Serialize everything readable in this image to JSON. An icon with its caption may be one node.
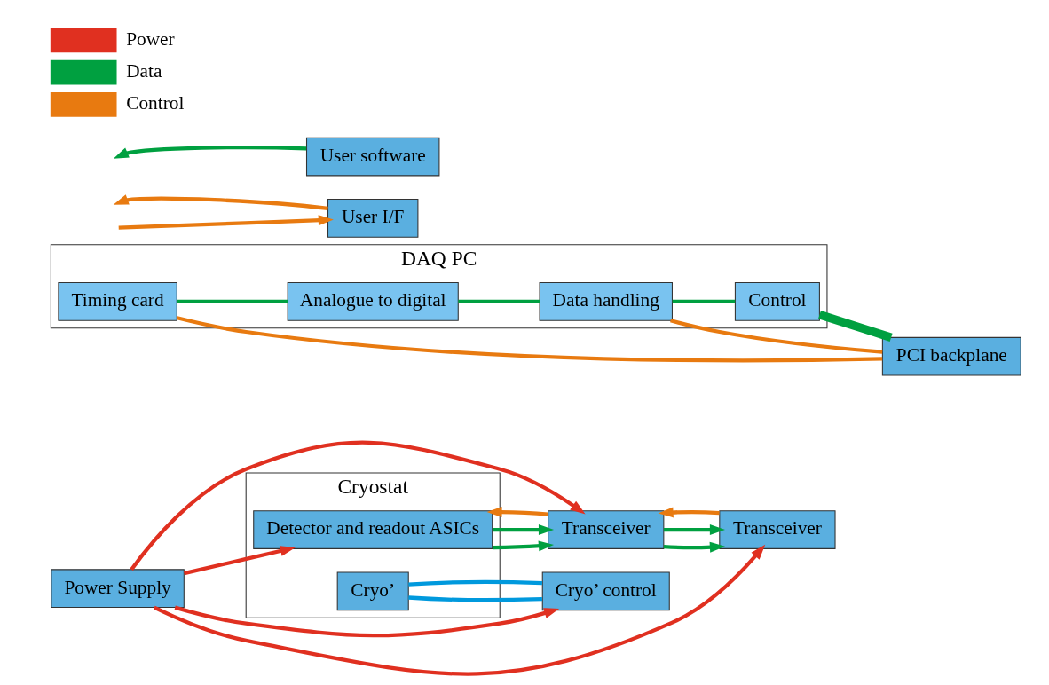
{
  "diagram": {
    "nodes": [
      {
        "text": [
          "Cryostat"
        ]
      },
      {
        "text": [
          "Detector and readout ASICs"
        ],
        "in": 0
      },
      {
        "text": [
          "Cryo’"
        ],
        "in": 0
      },
      {
        "text": [
          "Transceiver"
        ]
      },
      {
        "text": [
          "DAQ PC"
        ]
      },
      {
        "text": [
          "Transceiver"
        ]
      },
      {
        "text": [
          "Timing card"
        ],
        "in": 4
      },
      {
        "text": [
          "Analogue to digital"
        ],
        "in": 4
      },
      {
        "text": [
          "Data handling"
        ],
        "in": 4
      },
      {
        "text": [
          "Control"
        ],
        "in": 4
      },
      {
        "text": [
          "User I/F"
        ]
      },
      {
        "text": [
          "PCI backplane"
        ]
      },
      {
        "text": [
          "User software"
        ]
      },
      {
        "text": [
          "Cryo’ control"
        ]
      },
      {
        "text": [
          "Power Supply"
        ]
      }
    ],
    "edges": [
      {
        "from": 1,
        "to": 3,
        "arrow": "to",
        "color": "#00a040"
      },
      {
        "from": 1,
        "to": 3,
        "arrow": "to",
        "color": "#00a040"
      },
      {
        "from": 3,
        "to": 1,
        "arrow": "to",
        "color": "#e87a10"
      },
      {
        "from": 3,
        "to": 5,
        "arrow": "to",
        "color": "#00a040"
      },
      {
        "from": 3,
        "to": 5,
        "arrow": "to",
        "color": "#00a040"
      },
      {
        "from": 5,
        "to": 3,
        "arrow": "to",
        "color": "#e87a10"
      },
      {
        "from": 14,
        "to": 3,
        "arrow": "to",
        "color": "#e03020"
      },
      {
        "from": 14,
        "to": 1,
        "arrow": "to",
        "color": "#e03020"
      },
      {
        "from": 14,
        "to": 13,
        "arrow": "to",
        "color": "#e03020"
      },
      {
        "from": 14,
        "to": 5,
        "arrow": "to",
        "color": "#e03020"
      },
      {
        "from": 2,
        "to": 13,
        "arrow": "none",
        "color": "#0099dd"
      },
      {
        "from": 2,
        "to": 13,
        "arrow": "none",
        "color": "#0099dd"
      },
      {
        "from": 6,
        "to": 11,
        "arrow": "none",
        "color": "#e87a10"
      },
      {
        "from": 6,
        "to": 7,
        "arrow": "none",
        "color": "#00a040"
      },
      {
        "from": 7,
        "to": 8,
        "arrow": "none",
        "color": "#00a040"
      },
      {
        "from": 8,
        "to": 9,
        "arrow": "none",
        "color": "#00a040"
      },
      {
        "from": 8,
        "to": 11,
        "arrow": "none",
        "color": "#e87a10"
      },
      {
        "from": 9,
        "to": 11,
        "arrow": "none",
        "color": "#00a040",
        "style": "thick"
      },
      {
        "from": 10,
        "to": null,
        "arrow": "to",
        "color": "#e87a10"
      },
      {
        "from": null,
        "to": 10,
        "arrow": "to",
        "color": "#e87a10"
      },
      {
        "from": 12,
        "to": null,
        "arrow": "to",
        "color": "#00a040"
      }
    ],
    "legend": [
      {
        "text": "Power",
        "color": "#e03020"
      },
      {
        "text": "Data",
        "color": "#00a040"
      },
      {
        "text": "Control",
        "color": "#e87a10"
      }
    ]
  }
}
